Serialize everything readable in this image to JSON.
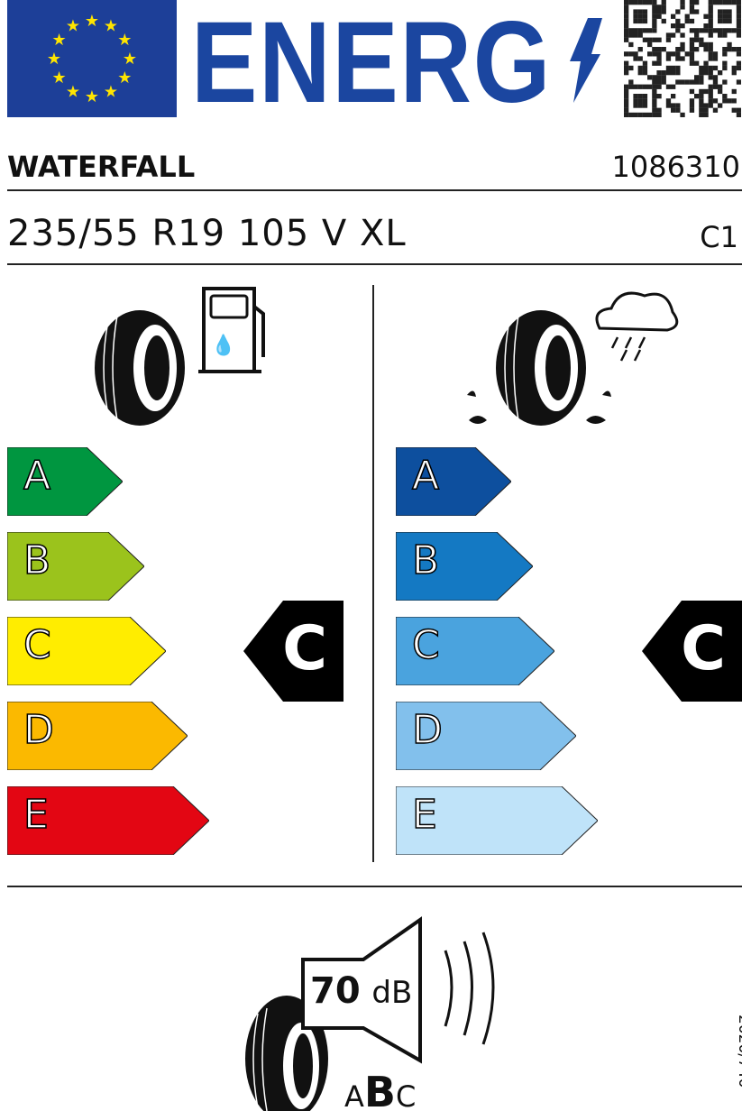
{
  "header": {
    "logo_text": "ENERG",
    "eu_flag_icon": "eu-flag",
    "qr_icon": "qr-code"
  },
  "supplier": {
    "name": "WATERFALL",
    "type_id": "1086310"
  },
  "tyre": {
    "size_designation": "235/55 R19 105 V XL",
    "tyre_class": "C1"
  },
  "fuel_efficiency": {
    "icon": "tyre-fuel-pump",
    "classes": [
      "A",
      "B",
      "C",
      "D",
      "E"
    ],
    "colors": [
      "#009640",
      "#9bc31c",
      "#ffed00",
      "#fbb900",
      "#e30613"
    ],
    "rating": "C"
  },
  "wet_grip": {
    "icon": "tyre-rain-cloud",
    "classes": [
      "A",
      "B",
      "C",
      "D",
      "E"
    ],
    "colors": [
      "#0d4f9e",
      "#1479c3",
      "#4aa3de",
      "#82c0ec",
      "#bfe3f9"
    ],
    "rating": "C"
  },
  "noise": {
    "value": "70",
    "unit": "dB",
    "classes": [
      "A",
      "B",
      "C"
    ],
    "selected": "B"
  },
  "regulation": "2020/740"
}
